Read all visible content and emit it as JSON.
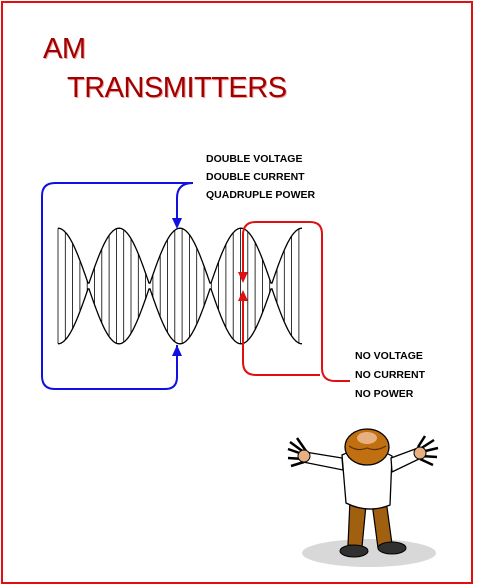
{
  "title": {
    "line1": "AM",
    "line2": "TRANSMITTERS"
  },
  "peak_labels": [
    "DOUBLE VOLTAGE",
    "DOUBLE CURRENT",
    "QUADRUPLE POWER"
  ],
  "null_labels": [
    "NO VOLTAGE",
    "NO CURRENT",
    "NO POWER"
  ],
  "colors": {
    "frame": "#e01010",
    "title": "#a00000",
    "peak_arrow": "#1010e0",
    "null_arrow": "#e01010",
    "figure_skin": "#e8b080",
    "figure_hair": "#c07010",
    "figure_pants": "#a06010",
    "figure_shirt": "#ffffff"
  },
  "icons": {
    "figure": "cartoon-man-arms-raised-icon"
  }
}
